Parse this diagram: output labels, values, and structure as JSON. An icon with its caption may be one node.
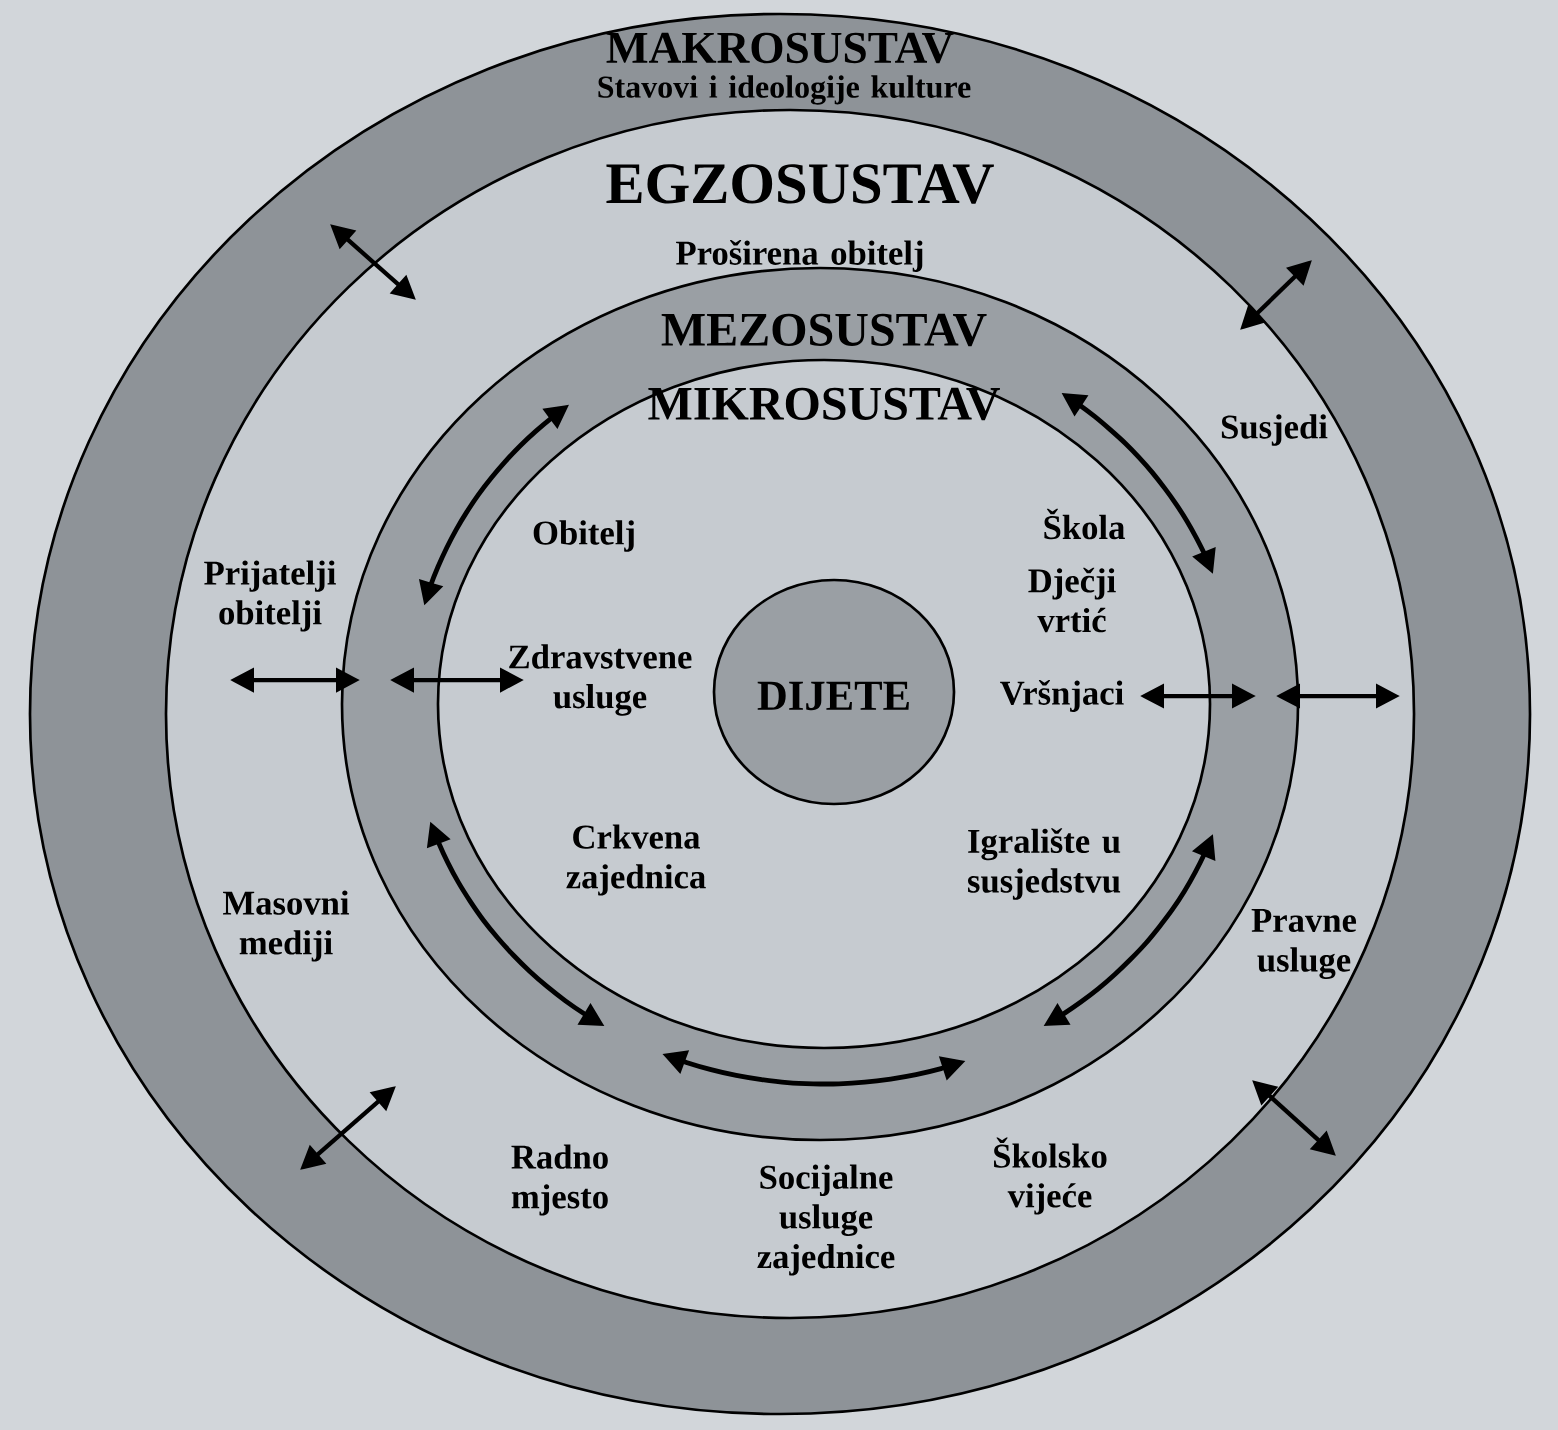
{
  "diagram": {
    "nodes": [
      {
        "text": [
          "MAKROSUSTAV",
          "Stavovi i ideologije kulture"
        ]
      },
      {
        "text": [
          "EGZOSUSTAV",
          "Proširena obitelj",
          "Susjedi",
          "Prijatelji obitelji",
          "Masovni mediji",
          "Pravne usluge",
          "Radno mjesto",
          "Socijalne usluge zajednice",
          "Školsko vijeće"
        ],
        "in": 0
      },
      {
        "text": [
          "MEZOSUSTAV"
        ],
        "in": 1
      },
      {
        "text": [
          "MIKROSUSTAV",
          "Obitelj",
          "Škola",
          "Dječji vrtić",
          "Zdravstvene usluge",
          "Vršnjaci",
          "Crkvena zajednica",
          "Igralište u susjedstvu"
        ],
        "in": 2
      },
      {
        "text": [
          "DIJETE"
        ],
        "in": 3
      }
    ]
  }
}
